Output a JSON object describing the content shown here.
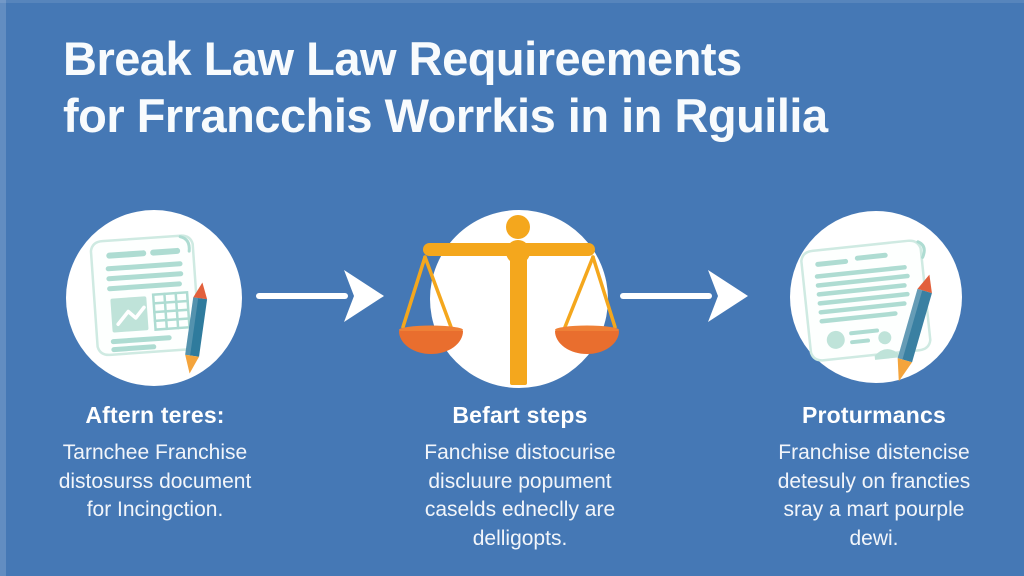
{
  "colors": {
    "background": "#4578b5",
    "circle_white": "#ffffff",
    "title_text": "#f8fbfd",
    "body_text": "#ffffff",
    "doc_teal": "#aedcd2",
    "doc_teal_fill": "#bfe3d9",
    "doc_page": "#fdfffe",
    "doc_outline": "#cfeae2",
    "scale_gold": "#f4a71d",
    "scale_knob": "#e98426",
    "pan_orange": "#e96e2e",
    "pan_rim": "#ef8036",
    "pen_blue": "#2f7b9d",
    "pen_blue_alt": "#3a80a2",
    "pen_red": "#e2603c",
    "pen_yellow": "#f4a43c",
    "arrow_white": "#ffffff"
  },
  "title": {
    "line1": "Break Law Law Requireements",
    "line2": "for Frrancchis Worrkis in in Rguilia"
  },
  "steps": [
    {
      "icon": "document-pen-icon",
      "heading": "Aftern teres:",
      "body": [
        "Tarnchee Franchise",
        "distosurss document",
        "for Incingction."
      ]
    },
    {
      "icon": "scales-of-justice-icon",
      "heading": "Befart steps",
      "body": [
        "Fanchise distocurise",
        "discluure popument",
        "caselds edneclly are",
        "delligopts."
      ]
    },
    {
      "icon": "signed-document-icon",
      "heading": "Proturmancs",
      "body": [
        "Franchise distencise",
        "detesuly on francties",
        "sray a mart pourple",
        "dewi."
      ]
    }
  ],
  "arrows": [
    {
      "icon": "arrow-right-icon"
    },
    {
      "icon": "arrow-right-icon"
    }
  ]
}
